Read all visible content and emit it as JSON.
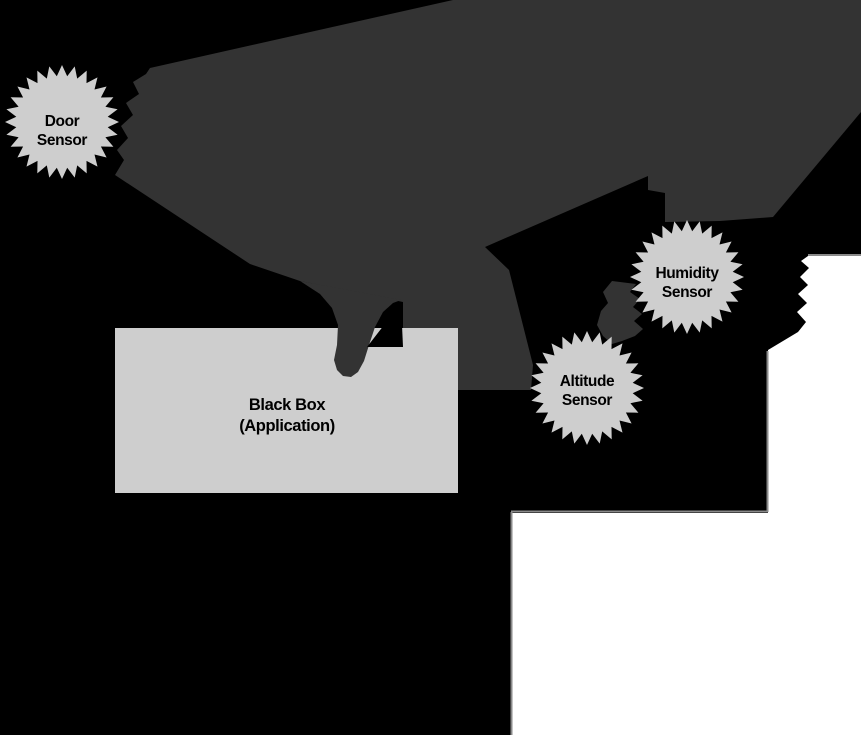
{
  "diagram": {
    "black_box": {
      "line1": "Black Box",
      "line2": "(Application)"
    },
    "sensors": [
      {
        "id": "door",
        "line1": "Door",
        "line2": "Sensor"
      },
      {
        "id": "humidity",
        "line1": "Humidity",
        "line2": "Sensor"
      },
      {
        "id": "altitude",
        "line1": "Altitude",
        "line2": "Sensor"
      }
    ],
    "colors": {
      "background": "#000000",
      "airplane_silhouette": "#333333",
      "badge_and_box_fill": "#cecece",
      "page_corner_white": "#ffffff",
      "page_edge_gray": "#8a8a8a",
      "label_text": "#000000"
    }
  }
}
